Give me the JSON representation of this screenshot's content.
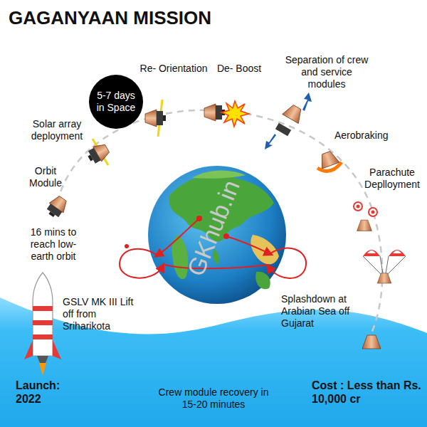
{
  "diagram": {
    "title": "GAGANYAAN MISSION",
    "nodes": [
      {
        "text": [
          "5-7 days in Space"
        ]
      }
    ],
    "labels": [
      "Orbit Module",
      "16 mins to reach low- earth orbit",
      "Solar array deployment",
      "Re- Orientation",
      "De- Boost",
      "Separation of crew and service modules",
      "Aerobraking",
      "Parachute Deplloyment",
      "Splashdown at Arabian Sea off Gujarat",
      "GSLV MK III Lift off from Sriharikota",
      "Launch: 2022",
      "Crew module recovery in 15-20 minutes",
      "Cost : Less than Rs. 10,000 cr",
      "GKhub.in"
    ]
  }
}
